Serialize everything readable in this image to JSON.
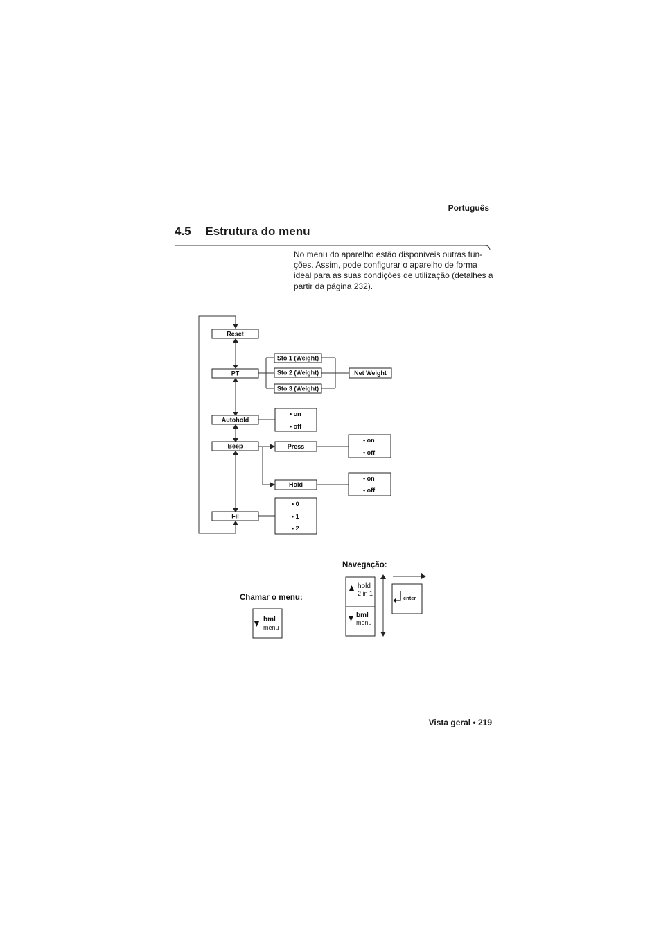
{
  "header": {
    "language": "Português"
  },
  "section": {
    "number": "4.5",
    "title": "Estrutura do menu"
  },
  "intro_text": "No menu do aparelho estão disponíveis outras fun-ções. Assim, pode configurar o aparelho de forma ideal para as suas condições de utilização (detalhes a partir da página 232).",
  "menu": {
    "items": [
      "Reset",
      "PT",
      "Autohold",
      "Beep",
      "Fil"
    ],
    "pt_options": [
      "Sto 1 (Weight)",
      "Sto 2 (Weight)",
      "Sto 3 (Weight)"
    ],
    "net_weight": "Net Weight",
    "autohold_options": [
      "• on",
      "• off"
    ],
    "beep_sub": [
      "Press",
      "Hold"
    ],
    "press_options": [
      "• on",
      "• off"
    ],
    "hold_options": [
      "• on",
      "• off"
    ],
    "fil_options": [
      "• 0",
      "• 1",
      "• 2"
    ]
  },
  "navigation": {
    "call_menu_label": "Chamar o menu:",
    "nav_label": "Navegação:",
    "key_bmi": "bmI",
    "key_menu": "menu",
    "key_hold": "hold",
    "key_2in1": "2 in 1",
    "key_enter": "enter"
  },
  "footer": {
    "text": "Vista geral • 219"
  }
}
